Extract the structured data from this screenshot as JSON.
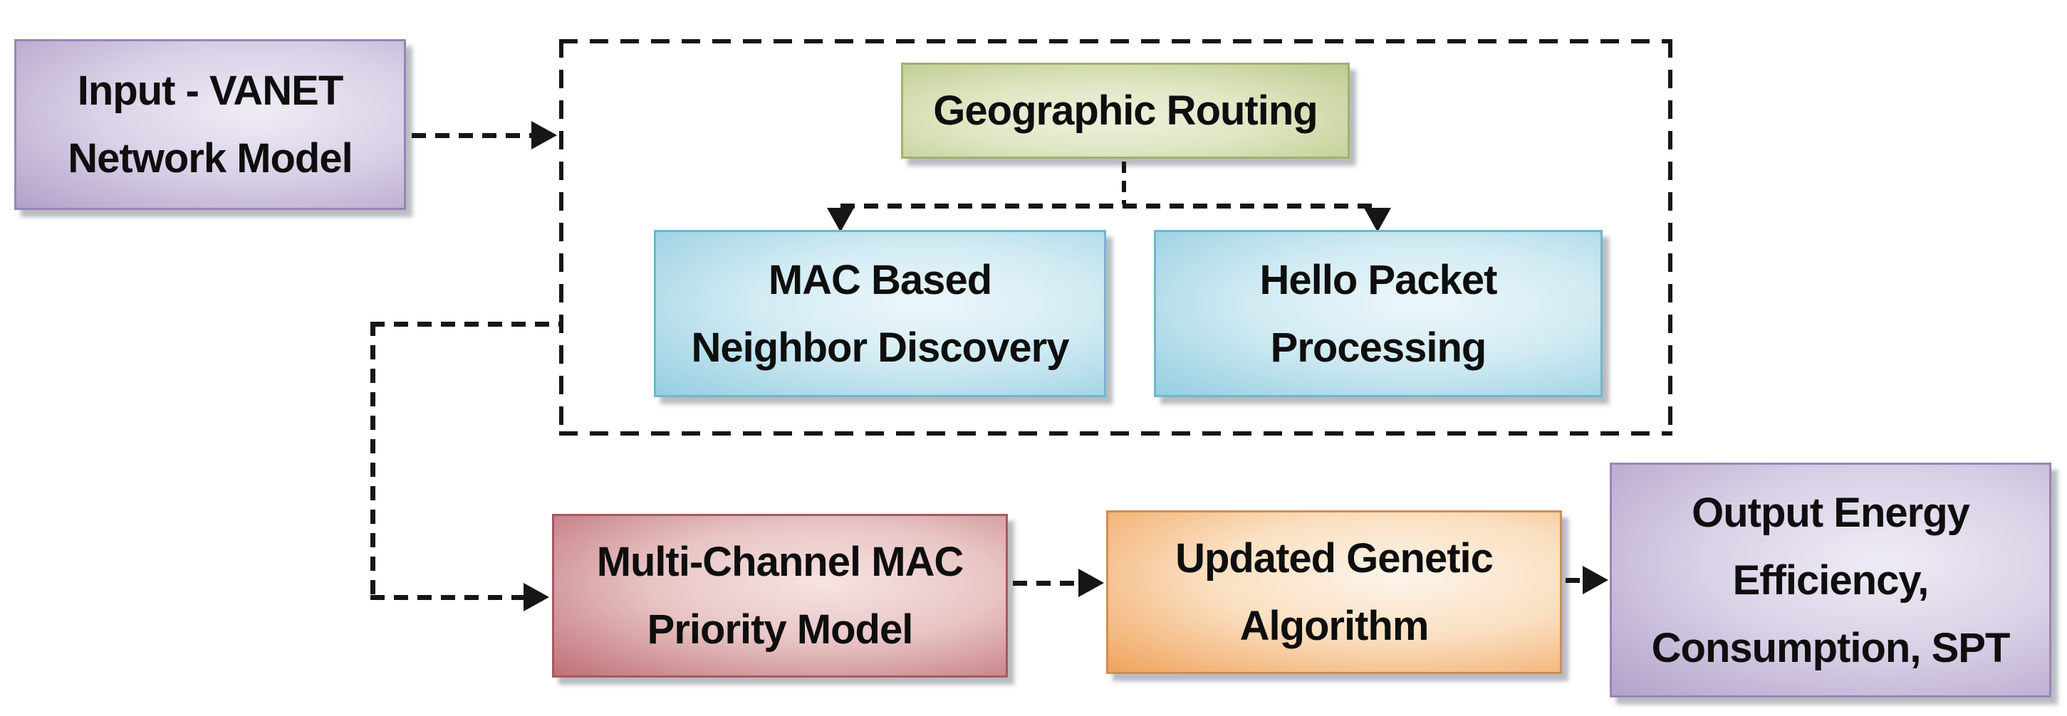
{
  "nodes": {
    "input": {
      "line1": "Input - VANET",
      "line2": "Network Model"
    },
    "geographic_routing": {
      "line1": "Geographic Routing"
    },
    "mac_neighbor": {
      "line1": "MAC Based",
      "line2": "Neighbor Discovery"
    },
    "hello_packet": {
      "line1": "Hello Packet",
      "line2": "Processing"
    },
    "multi_channel": {
      "line1": "Multi-Channel MAC",
      "line2": "Priority Model"
    },
    "genetic": {
      "line1": "Updated Genetic",
      "line2": "Algorithm"
    },
    "output": {
      "line1": "Output Energy",
      "line2": "Efficiency,",
      "line3": "Consumption, SPT"
    }
  },
  "colors": {
    "line": "#161616",
    "purple-light": "#efecf5",
    "purple-dark": "#b2a1c9",
    "purple-border": "#9884b7",
    "green-light": "#eef1de",
    "green-dark": "#bdcb8e",
    "green-border": "#9fb26e",
    "blue-light": "#edf7fb",
    "blue-dark": "#94cee1",
    "blue-border": "#6fb6cf",
    "red-light": "#f6e3e2",
    "red-dark": "#bf6f77",
    "red-border": "#a85861",
    "orange-light": "#fdf4ea",
    "orange-dark": "#f0a35c",
    "orange-border": "#d18f48"
  }
}
